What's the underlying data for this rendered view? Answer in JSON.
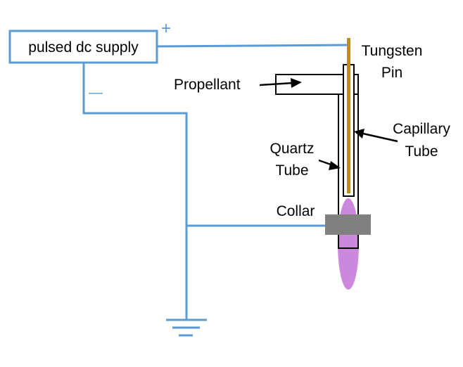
{
  "labels": {
    "supply": "pulsed dc supply",
    "plus": "+",
    "minus": "—",
    "tungsten_line1": "Tungsten",
    "tungsten_line2": "Pin",
    "propellant": "Propellant",
    "capillary_line1": "Capillary",
    "capillary_line2": "Tube",
    "quartz_line1": "Quartz",
    "quartz_line2": "Tube",
    "collar": "Collar"
  },
  "colors": {
    "wire": "#5b9bd5",
    "pin": "#bf9000",
    "plasma": "#cc88dd",
    "collar": "#808080",
    "outline": "#000000"
  }
}
